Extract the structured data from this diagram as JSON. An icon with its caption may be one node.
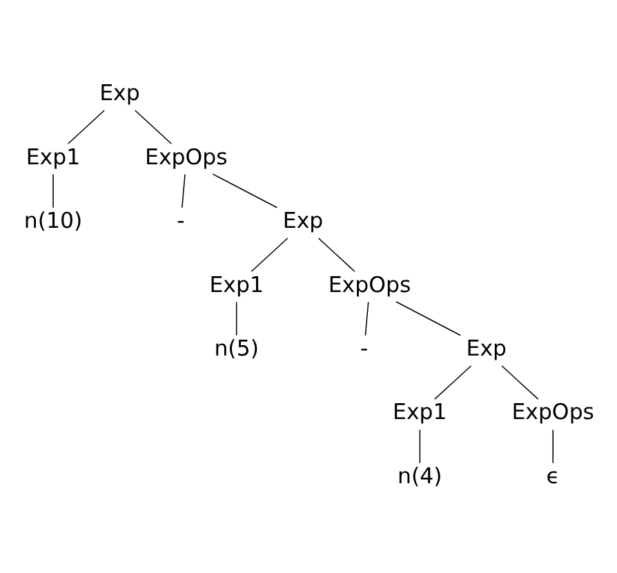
{
  "diagram": {
    "nodes": [
      {
        "text": [
          "Exp"
        ]
      },
      {
        "text": [
          "Exp1"
        ]
      },
      {
        "text": [
          "ExpOps"
        ]
      },
      {
        "text": [
          "n(10)"
        ]
      },
      {
        "text": [
          "-"
        ]
      },
      {
        "text": [
          "Exp"
        ]
      },
      {
        "text": [
          "Exp1"
        ]
      },
      {
        "text": [
          "ExpOps"
        ]
      },
      {
        "text": [
          "n(5)"
        ]
      },
      {
        "text": [
          "-"
        ]
      },
      {
        "text": [
          "Exp"
        ]
      },
      {
        "text": [
          "Exp1"
        ]
      },
      {
        "text": [
          "ExpOps"
        ]
      },
      {
        "text": [
          "n(4)"
        ]
      },
      {
        "text": [
          "ϵ"
        ]
      }
    ],
    "edges": [
      {
        "from": 0,
        "to": 1,
        "arrow": "none"
      },
      {
        "from": 0,
        "to": 2,
        "arrow": "none"
      },
      {
        "from": 1,
        "to": 3,
        "arrow": "none"
      },
      {
        "from": 2,
        "to": 4,
        "arrow": "none"
      },
      {
        "from": 2,
        "to": 5,
        "arrow": "none"
      },
      {
        "from": 5,
        "to": 6,
        "arrow": "none"
      },
      {
        "from": 5,
        "to": 7,
        "arrow": "none"
      },
      {
        "from": 6,
        "to": 8,
        "arrow": "none"
      },
      {
        "from": 7,
        "to": 9,
        "arrow": "none"
      },
      {
        "from": 7,
        "to": 10,
        "arrow": "none"
      },
      {
        "from": 10,
        "to": 11,
        "arrow": "none"
      },
      {
        "from": 10,
        "to": 12,
        "arrow": "none"
      },
      {
        "from": 11,
        "to": 13,
        "arrow": "none"
      },
      {
        "from": 12,
        "to": 14,
        "arrow": "none"
      }
    ]
  }
}
